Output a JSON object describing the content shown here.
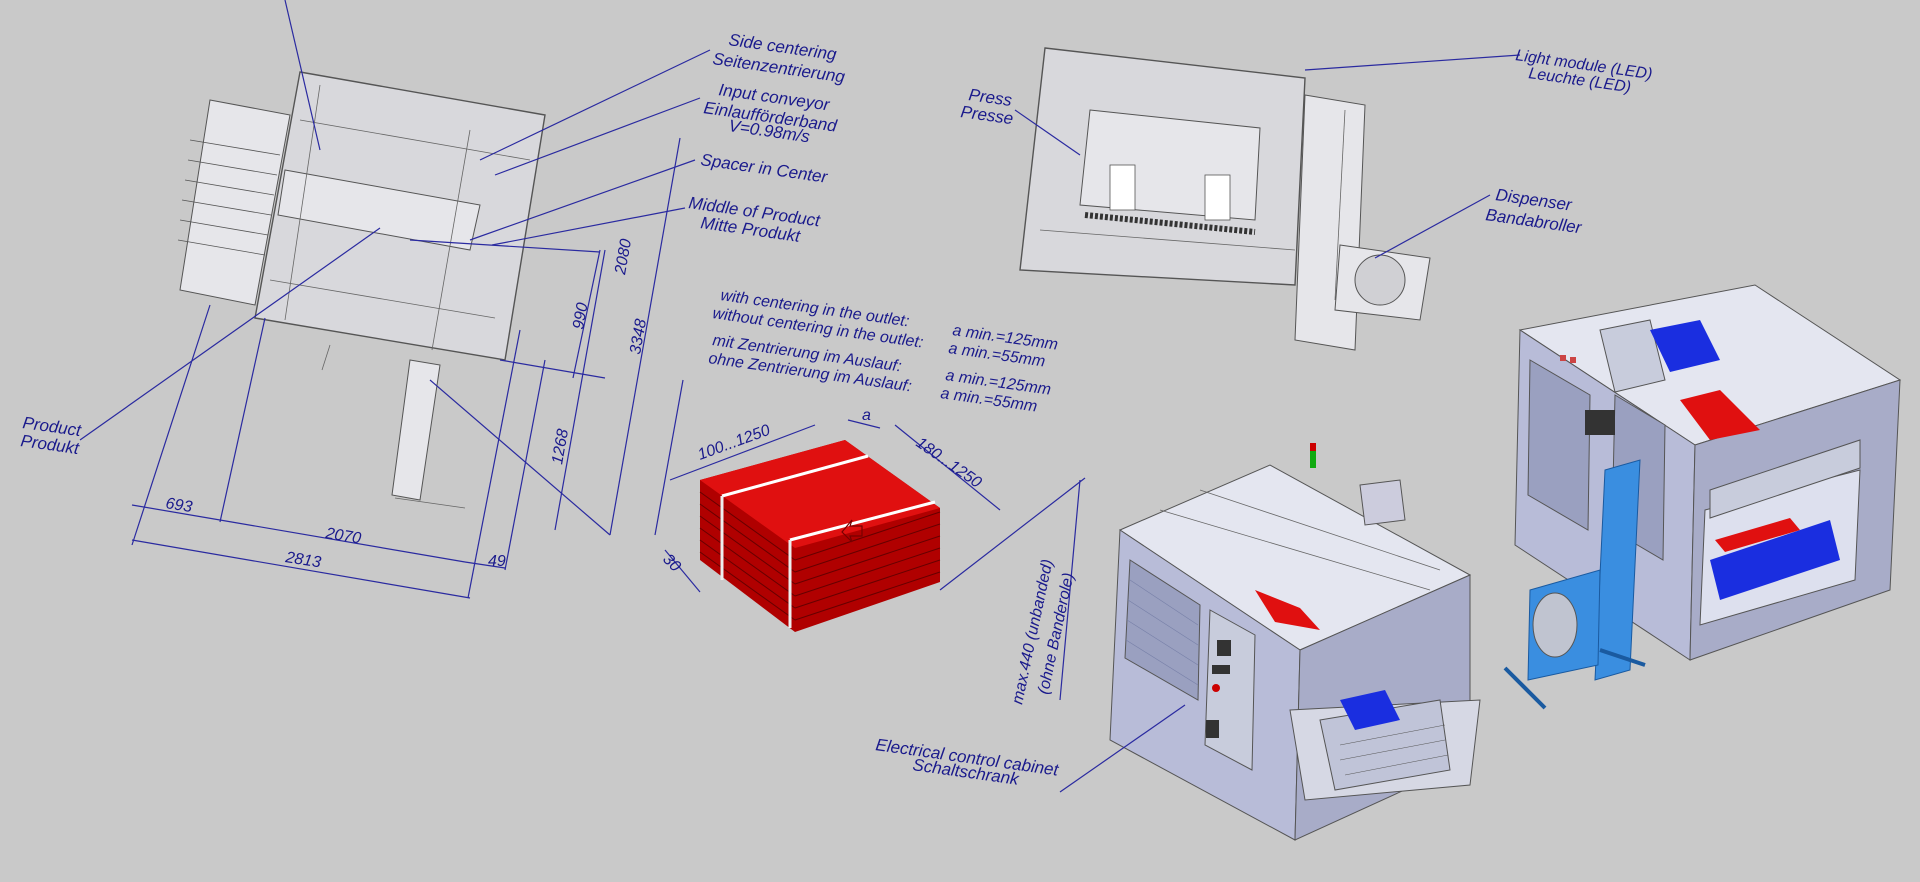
{
  "labels": {
    "side_centering": [
      "Side centering",
      "Seitenzentrierung"
    ],
    "input_conveyor": [
      "Input conveyor",
      "Einlaufförderband",
      "V=0.98m/s"
    ],
    "spacer_center": [
      "Spacer in Center"
    ],
    "middle_product": [
      "Middle of Product",
      "Mitte Produkt"
    ],
    "product": [
      "Product",
      "Produkt"
    ],
    "press": [
      "Press",
      "Presse"
    ],
    "light_module": [
      "Light module (LED)",
      "Leuchte (LED)"
    ],
    "dispenser": [
      "Dispenser",
      "Bandabroller"
    ],
    "electrical_cabinet": [
      "Electrical control cabinet",
      "Schaltschrank"
    ]
  },
  "notes": {
    "en_line1": "with centering in the outlet:",
    "en_line1_val": "a min.=125mm",
    "en_line2": "without centering in the outlet:",
    "en_line2_val": "a min.=55mm",
    "de_line1": "mit Zentrierung im Auslauf:",
    "de_line1_val": "a min.=125mm",
    "de_line2": "ohne Zentrierung im Auslauf:",
    "de_line2_val": "a min.=55mm"
  },
  "dimensions": {
    "d693": "693",
    "d2070": "2070",
    "d2813": "2813",
    "d49": "49",
    "d990": "990",
    "d1268": "1268",
    "d2080": "2080",
    "d3348": "3348",
    "width_range": "100...1250",
    "a": "a",
    "length_range": "180...1250",
    "d30": "30",
    "max_height": [
      "max.440 (unbanded)",
      "(ohne Banderole)"
    ]
  },
  "colors": {
    "background": "#c9c9c9",
    "annotation": "#1a1a8c",
    "product": "#e01010",
    "conveyor": "#1a2ee0",
    "dispenser_stand": "#3a8ee0",
    "machine_body": "#b8bcd8"
  }
}
